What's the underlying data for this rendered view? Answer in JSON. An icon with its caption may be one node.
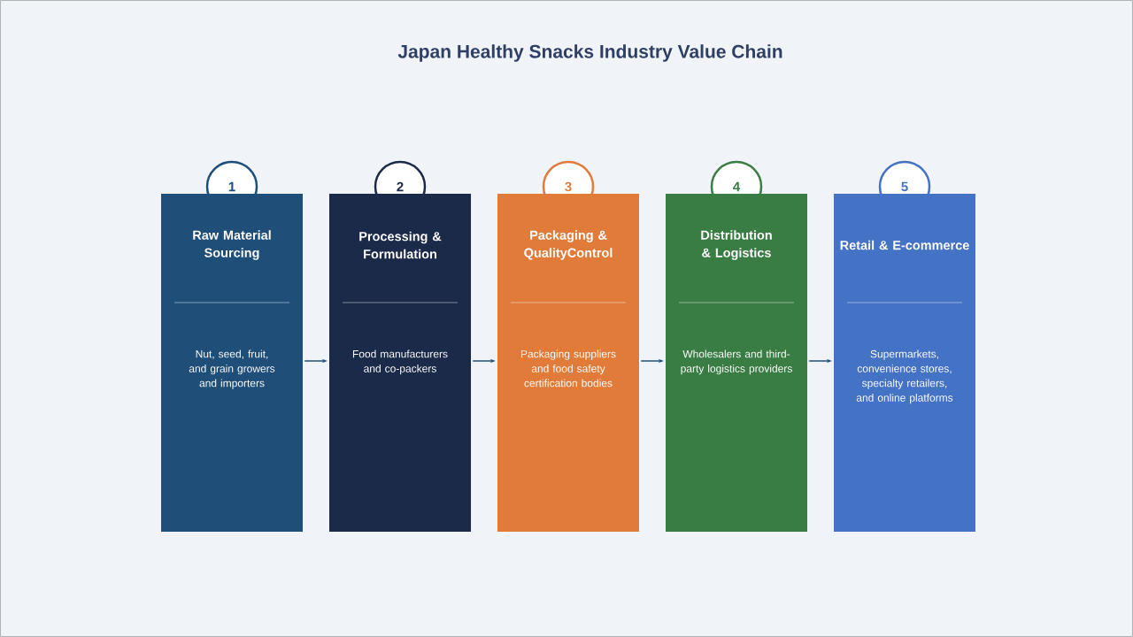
{
  "diagram": {
    "title": "Japan Healthy Snacks Industry Value Chain",
    "nodes": [
      {
        "text": [
          "1"
        ]
      },
      {
        "text": [
          "Raw Material Sourcing",
          "Nut, seed, fruit, and grain growers and importers"
        ]
      },
      {
        "text": [
          "2"
        ]
      },
      {
        "text": [
          "Processing & Formulation",
          "Food manufacturers and co-packers"
        ]
      },
      {
        "text": [
          "3"
        ]
      },
      {
        "text": [
          "Packaging & QualityControl",
          "Packaging suppliers and food safety certification bodies"
        ]
      },
      {
        "text": [
          "4"
        ]
      },
      {
        "text": [
          "Distribution & Logistics",
          "Wholesalers and third-party logistics providers"
        ]
      },
      {
        "text": [
          "5"
        ]
      },
      {
        "text": [
          "Retail & E-commerce",
          "Supermarkets, convenience stores, specialty retailers, and online platforms"
        ]
      }
    ],
    "edges": [
      {
        "from": 1,
        "to": 3,
        "arrow": "to"
      },
      {
        "from": 3,
        "to": 5,
        "arrow": "to"
      },
      {
        "from": 5,
        "to": 7,
        "arrow": "to"
      },
      {
        "from": 7,
        "to": 9,
        "arrow": "to"
      }
    ]
  }
}
